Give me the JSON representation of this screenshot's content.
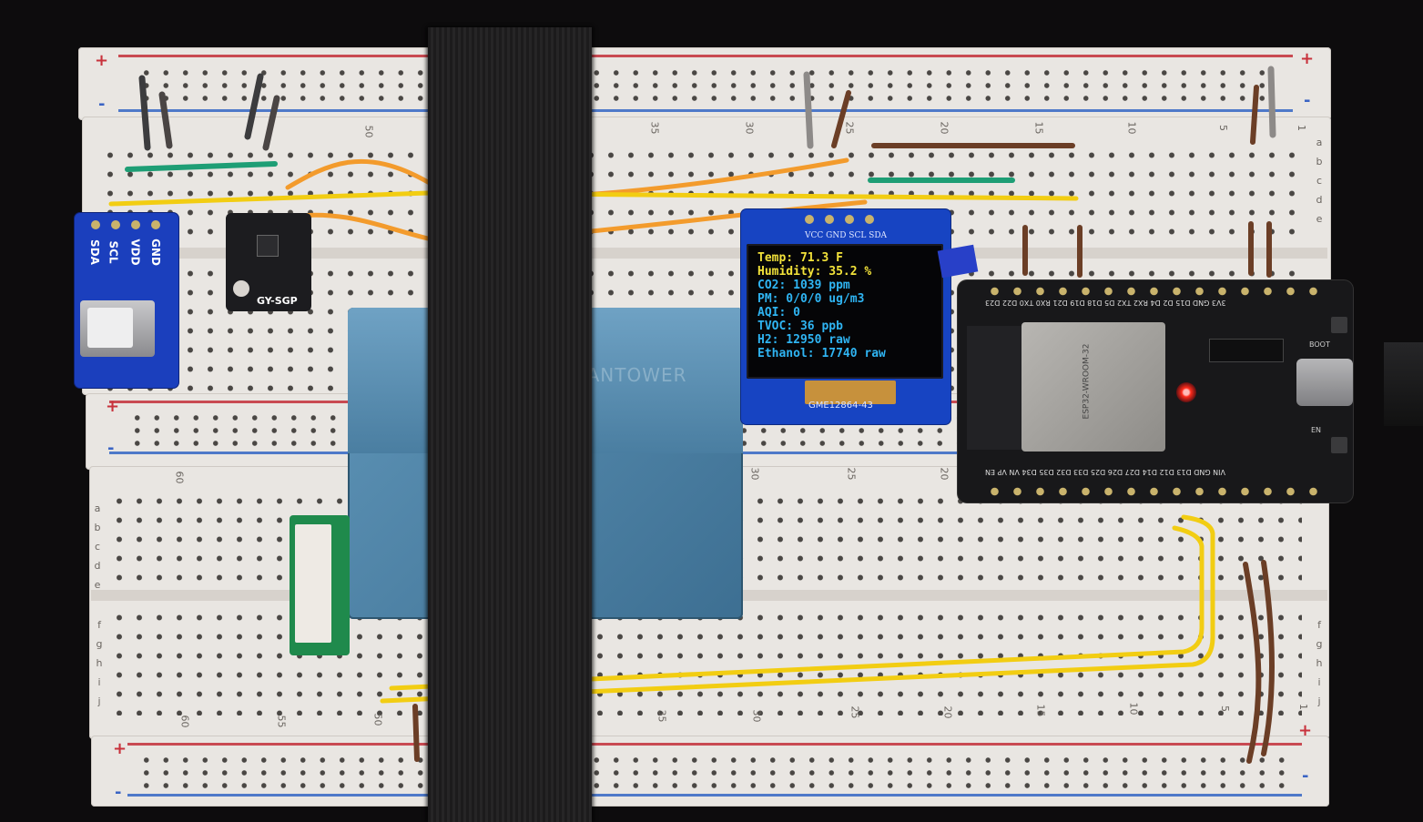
{
  "breadboard": {
    "rail_plus": "+",
    "rail_minus": "-",
    "column_numbers_top": [
      "50",
      "35",
      "30",
      "25",
      "20",
      "15",
      "10",
      "5",
      "1"
    ],
    "column_numbers_bottom": [
      "60",
      "55",
      "50",
      "35",
      "30",
      "25",
      "20",
      "15",
      "10",
      "5",
      "1"
    ],
    "column_numbers_mid": [
      "60",
      "30",
      "25",
      "20"
    ],
    "row_letters_top": [
      "a",
      "b",
      "c",
      "d",
      "e"
    ],
    "row_letters_mid": [
      "a",
      "b",
      "c",
      "d",
      "e"
    ],
    "row_letters_bottom": [
      "f",
      "g",
      "h",
      "i",
      "j"
    ]
  },
  "sensor_left": {
    "pins": [
      "GND",
      "VDD",
      "SCL",
      "SDA"
    ]
  },
  "sensor_gy": {
    "label": "GY-SGP"
  },
  "pm_sensor": {
    "brand": "LANTOWER"
  },
  "oled": {
    "header": "VCC GND SCL SDA",
    "model": "GME12864-43",
    "lines": [
      {
        "text": "Temp: 71.3 F",
        "color": "#f2e23a"
      },
      {
        "text": "Humidity: 35.2 %",
        "color": "#f2e23a"
      },
      {
        "text": "CO2: 1039 ppm",
        "color": "#2fb4f2"
      },
      {
        "text": "PM: 0/0/0 ug/m3",
        "color": "#2fb4f2"
      },
      {
        "text": "AQI: 0",
        "color": "#2fb4f2"
      },
      {
        "text": "TVOC: 36 ppb",
        "color": "#2fb4f2"
      },
      {
        "text": "H2: 12950 raw",
        "color": "#2fb4f2"
      },
      {
        "text": "Ethanol: 17740 raw",
        "color": "#2fb4f2"
      }
    ]
  },
  "esp32": {
    "pins_top": "3V3 GND D15 D2 D4 RX2 TX2 D5 D18 D19 D21 RX0 TX0 D22 D23",
    "pins_bottom": "VIN GND D13 D12 D14 D27 D26 D25 D33 D32 D35 D34 VN VP EN",
    "module": "ESP32-WROOM-32",
    "button": "BOOT",
    "button2": "EN"
  }
}
